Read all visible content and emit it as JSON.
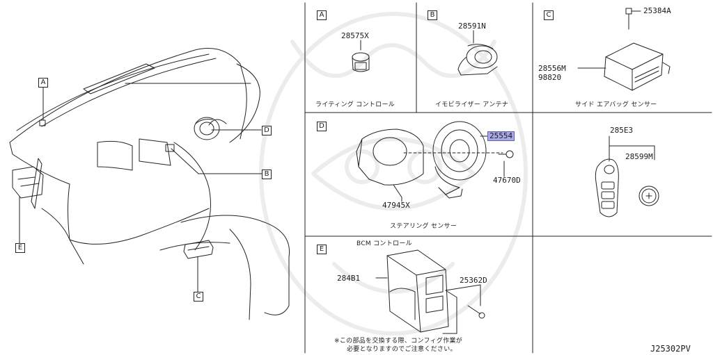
{
  "callouts": {
    "A": "A",
    "B": "B",
    "C": "C",
    "D": "D",
    "E": "E"
  },
  "panels": {
    "A": {
      "letter": "A",
      "part": "28575X",
      "caption": "ライティング コントロール"
    },
    "B": {
      "letter": "B",
      "part": "28591N",
      "caption": "イモビライザー アンテナ"
    },
    "C": {
      "letter": "C",
      "parts": [
        "25384A",
        "28556M",
        "98820"
      ],
      "caption": "サイド エアバッグ センサー"
    },
    "D": {
      "letter": "D",
      "parts": [
        "25554",
        "47670D",
        "47945X"
      ],
      "caption": "ステアリング センサー"
    },
    "key": {
      "parts": [
        "285E3",
        "28599M"
      ]
    },
    "E": {
      "letter": "E",
      "title": "BCM コントロール",
      "parts": [
        "284B1",
        "25362D"
      ],
      "note_line1": "※この部品を交換する際、コンフィグ作業が",
      "note_line2": "必要となりますのでご注意ください。"
    }
  },
  "diagram_code": "J25302PV",
  "colors": {
    "line": "#222222",
    "highlight": "#a9a9e6",
    "watermark": "#000000"
  }
}
